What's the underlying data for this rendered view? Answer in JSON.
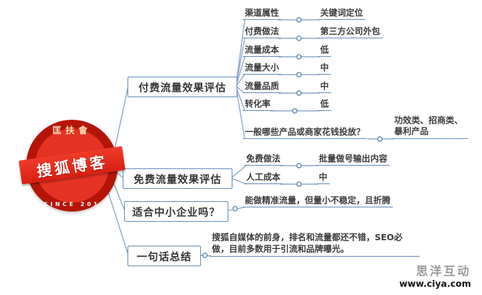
{
  "badge": {
    "ring_top": "匡扶會",
    "ring_bottom": "SINCE 201",
    "title": "搜狐博客"
  },
  "branches": [
    {
      "label": "付费流量效果评估",
      "children": [
        {
          "label": "渠道属性",
          "value": "关键词定位"
        },
        {
          "label": "付费做法",
          "value": "第三方公司外包"
        },
        {
          "label": "流量成本",
          "value": "低"
        },
        {
          "label": "流量大小",
          "value": "中"
        },
        {
          "label": "流量品质",
          "value": "中"
        },
        {
          "label": "转化率",
          "value": "低"
        },
        {
          "label": "一般哪些产品或商家花钱投放？",
          "value": "功效类、招商类、暴利产品"
        }
      ]
    },
    {
      "label": "免费流量效果评估",
      "children": [
        {
          "label": "免费做法",
          "value": "批量做号输出内容"
        },
        {
          "label": "人工成本",
          "value": "中"
        }
      ]
    },
    {
      "label": "适合中小企业吗？",
      "note": "能做精准流量，但量小不稳定，且折腾"
    },
    {
      "label": "一句话总结",
      "note": "搜狐自媒体的前身，排名和流量都还不错，SEO必做，目前多数用于引流和品牌曝光。"
    }
  ],
  "watermark": {
    "brand": "思洋互动",
    "url": "www.ciya.com"
  },
  "colors": {
    "accent_blue": "#5b87b7",
    "line_blue": "#8ba6c7",
    "badge_red": "#e53323",
    "badge_ring_red": "#b51508"
  }
}
